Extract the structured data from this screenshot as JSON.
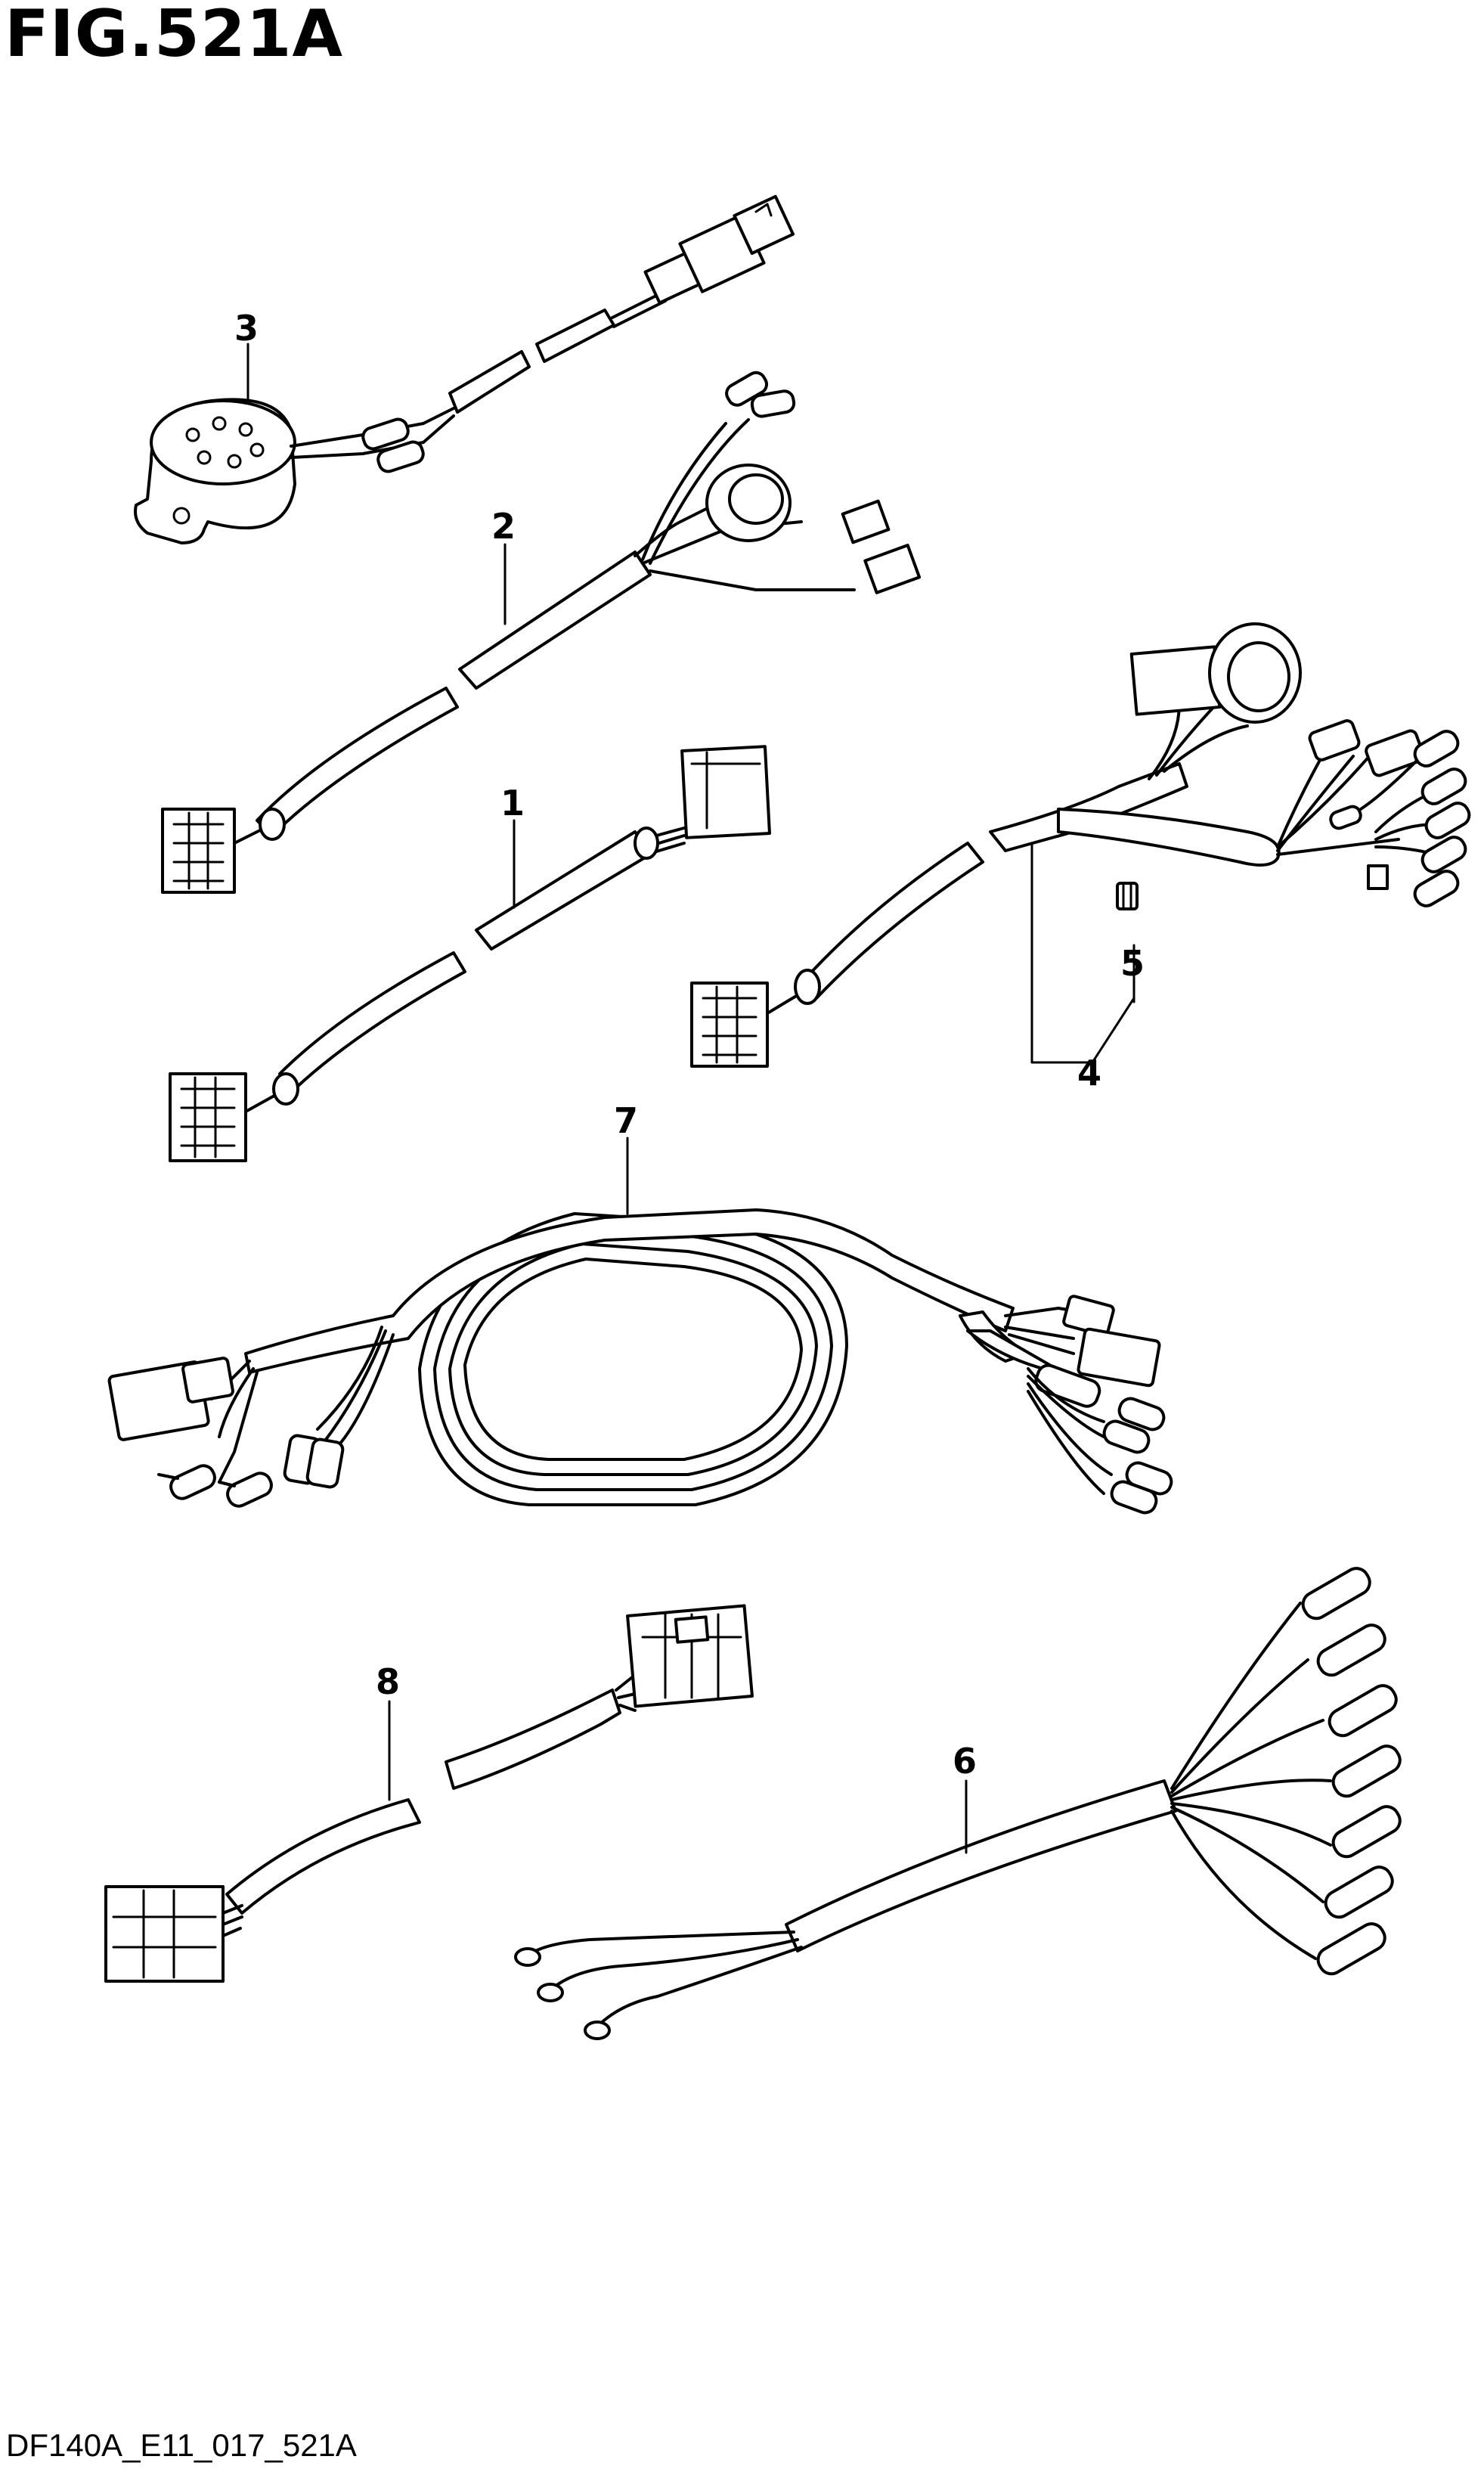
{
  "title": "FIG.521A",
  "doc_code": "DF140A_E11_017_521A",
  "callouts": {
    "c1": "1",
    "c2": "2",
    "c3": "3",
    "c4": "4",
    "c5": "5",
    "c6": "6",
    "c7": "7",
    "c8": "8"
  }
}
